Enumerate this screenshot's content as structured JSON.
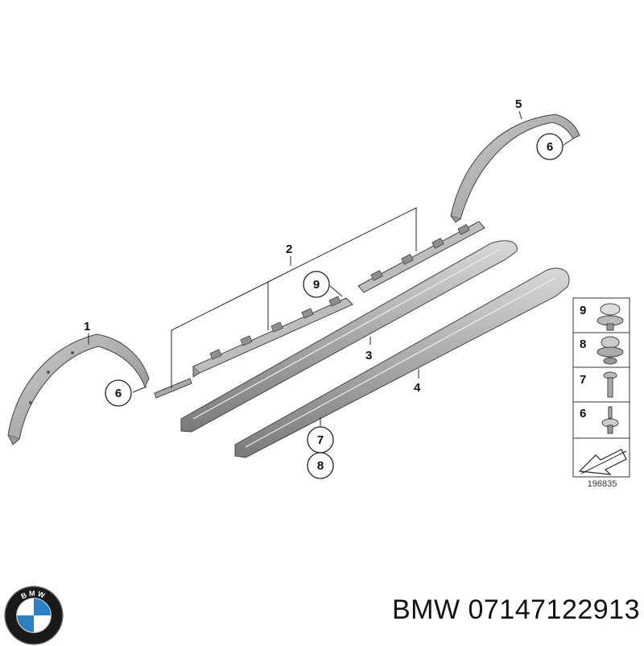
{
  "diagram": {
    "callouts": [
      {
        "id": "c1",
        "label": "1"
      },
      {
        "id": "c2",
        "label": "2"
      },
      {
        "id": "c3",
        "label": "3"
      },
      {
        "id": "c4",
        "label": "4"
      },
      {
        "id": "c5",
        "label": "5"
      },
      {
        "id": "c6a",
        "label": "6"
      },
      {
        "id": "c6b",
        "label": "6"
      },
      {
        "id": "c7",
        "label": "7"
      },
      {
        "id": "c8",
        "label": "8"
      },
      {
        "id": "c9",
        "label": "9"
      }
    ],
    "fastener_legend": [
      "9",
      "8",
      "7",
      "6"
    ],
    "reference_number": "196835"
  },
  "caption": {
    "brand": "BMW",
    "part_number": "07147122913"
  },
  "logo": {
    "letters": "BMW",
    "colors": {
      "ring": "#1a1a1a",
      "blue": "#2b7fc3",
      "white": "#ffffff"
    }
  }
}
